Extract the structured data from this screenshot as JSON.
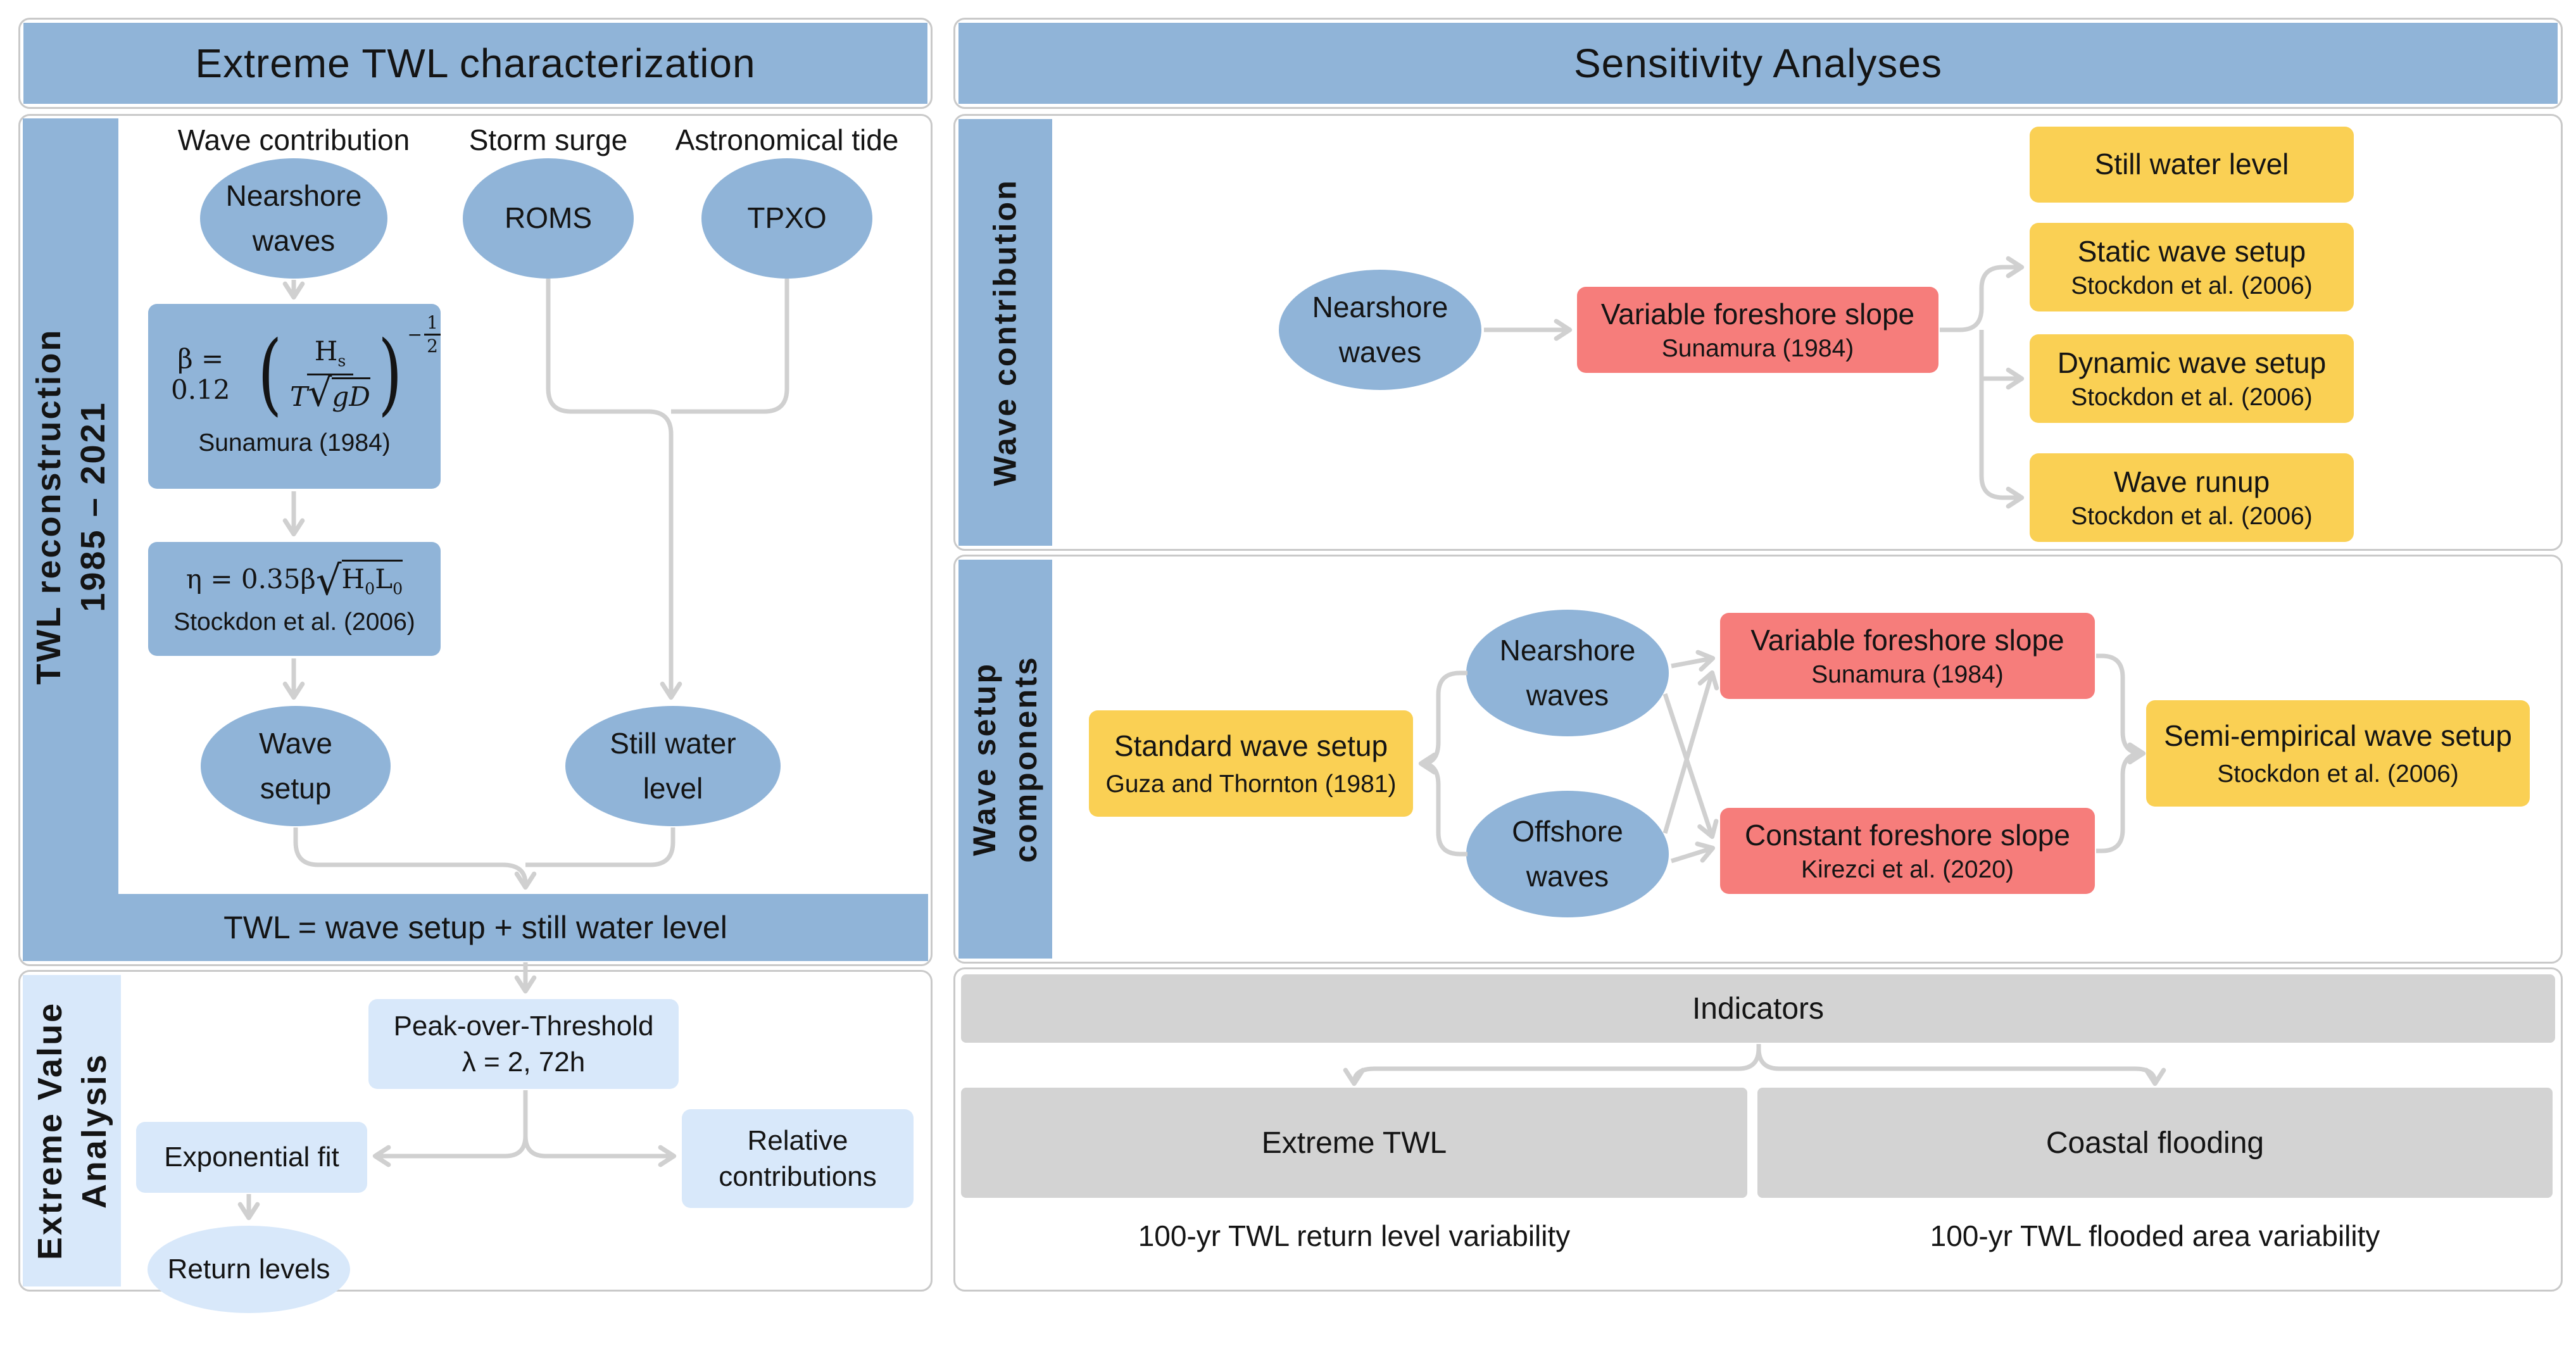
{
  "colors": {
    "blue": "#90b4d8",
    "light_blue": "#d8e8fa",
    "yellow": "#fad054",
    "red": "#f67d7b",
    "gray_box": "#d3d3d3",
    "arrow": "#d0d0d0",
    "border": "#c9c9c9"
  },
  "left_panel": {
    "header": "Extreme TWL characterization",
    "sidebar": {
      "line1": "TWL reconstruction",
      "line2": "1985 – 2021"
    },
    "columns": [
      "Wave contribution",
      "Storm surge",
      "Astronomical tide"
    ],
    "nearshore": {
      "line1": "Nearshore",
      "line2": "waves"
    },
    "roms": "ROMS",
    "tpxo": "TPXO",
    "formula1": {
      "pre": "β = 0.12",
      "num": "H",
      "num_sub": "s",
      "den": "T",
      "radical": "√",
      "rad": "gD",
      "exp_minus": "−",
      "exp_top": "1",
      "exp_bot": "2",
      "ref": "Sunamura (1984)"
    },
    "formula2": {
      "pre": "η = 0.35β",
      "radical": "√",
      "h": "H",
      "h_sub": "0",
      "l": "L",
      "l_sub": "0",
      "ref": "Stockdon et al. (2006)"
    },
    "wave_setup": {
      "line1": "Wave",
      "line2": "setup"
    },
    "still_water": {
      "line1": "Still water",
      "line2": "level"
    },
    "twl_bar": "TWL = wave setup + still water level",
    "eva": {
      "sidebar": {
        "line1": "Extreme Value",
        "line2": "Analysis"
      },
      "pot": {
        "line1": "Peak-over-Threshold",
        "line2": "λ = 2, 72h"
      },
      "exponential": "Exponential fit",
      "relative": {
        "line1": "Relative",
        "line2": "contributions"
      },
      "return_levels": "Return levels"
    }
  },
  "right_panel": {
    "header": "Sensitivity Analyses",
    "wave_contribution": {
      "sidebar": "Wave contribution",
      "nearshore": {
        "line1": "Nearshore",
        "line2": "waves"
      },
      "variable": {
        "title": "Variable foreshore slope",
        "ref": "Sunamura (1984)"
      },
      "outputs": [
        {
          "title": "Still water level",
          "ref": ""
        },
        {
          "title": "Static wave setup",
          "ref": "Stockdon et al. (2006)"
        },
        {
          "title": "Dynamic wave setup",
          "ref": "Stockdon et al. (2006)"
        },
        {
          "title": "Wave runup",
          "ref": "Stockdon et al. (2006)"
        }
      ]
    },
    "wave_setup_components": {
      "sidebar": {
        "line1": "Wave setup",
        "line2": "components"
      },
      "standard": {
        "title": "Standard wave setup",
        "ref": "Guza and Thornton (1981)"
      },
      "nearshore": {
        "line1": "Nearshore",
        "line2": "waves"
      },
      "offshore": {
        "line1": "Offshore",
        "line2": "waves"
      },
      "variable": {
        "title": "Variable foreshore slope",
        "ref": "Sunamura (1984)"
      },
      "constant": {
        "title": "Constant foreshore slope",
        "ref": "Kirezci et al. (2020)"
      },
      "semi": {
        "title": "Semi-empirical wave setup",
        "ref": "Stockdon et al. (2006)"
      }
    },
    "indicators": {
      "bar": "Indicators",
      "extreme": {
        "label": "Extreme TWL",
        "caption": "100-yr TWL return level variability"
      },
      "coastal": {
        "label": "Coastal flooding",
        "caption": "100-yr TWL flooded area variability"
      }
    }
  }
}
